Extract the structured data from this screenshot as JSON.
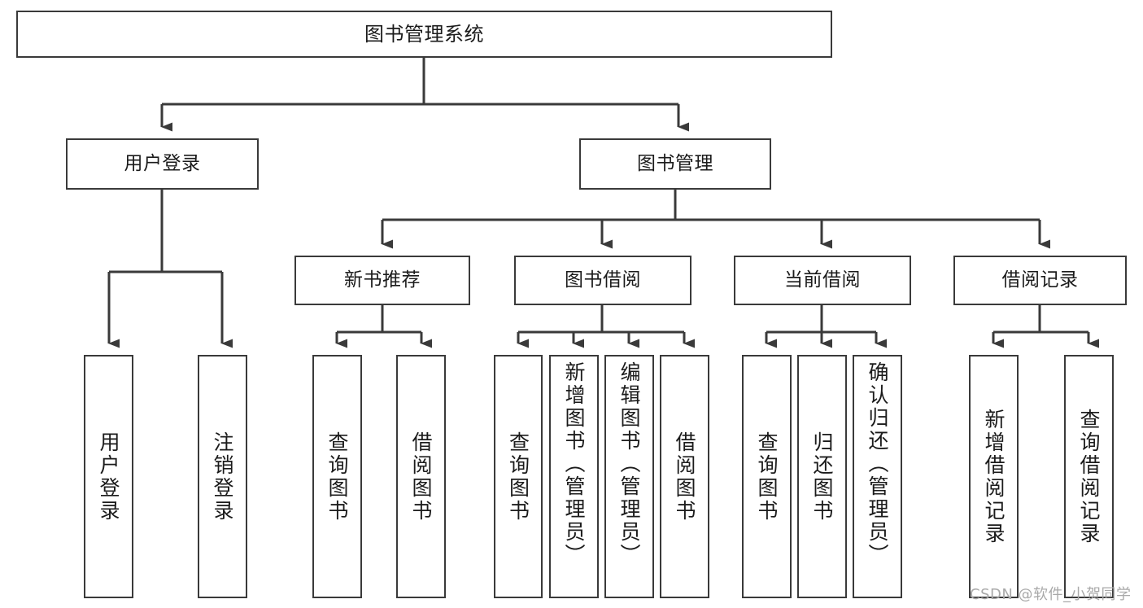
{
  "diagram": {
    "title": "图书管理系统",
    "type": "hierarchy-tree",
    "stroke_color": "#3a3a3a",
    "background_color": "#ffffff",
    "text_color": "#1b1b1b"
  },
  "nodes": {
    "root": {
      "label": "图书管理系统",
      "level": 1
    },
    "user_login": {
      "label": "用户登录",
      "level": 2
    },
    "book_manage": {
      "label": "图书管理",
      "level": 2
    },
    "new_book_rec": {
      "label": "新书推荐",
      "level": 3
    },
    "book_borrow": {
      "label": "图书借阅",
      "level": 3
    },
    "current_borrow": {
      "label": "当前借阅",
      "level": 3
    },
    "borrow_record": {
      "label": "借阅记录",
      "level": 3
    },
    "leaf_user_login": {
      "label": "用户登录",
      "level": 4
    },
    "leaf_logout_login": {
      "label": "注销登录",
      "level": 4
    },
    "leaf_query_book_1": {
      "label": "查询图书",
      "level": 4
    },
    "leaf_borrow_book_1": {
      "label": "借阅图书",
      "level": 4
    },
    "leaf_query_book_2": {
      "label": "查询图书",
      "level": 4
    },
    "leaf_add_book": {
      "label": "新增图书（管理员）",
      "level": 4
    },
    "leaf_edit_book": {
      "label": "编辑图书（管理员）",
      "level": 4
    },
    "leaf_borrow_book_2": {
      "label": "借阅图书",
      "level": 4
    },
    "leaf_query_book_3": {
      "label": "查询图书",
      "level": 4
    },
    "leaf_return_book": {
      "label": "归还图书",
      "level": 4
    },
    "leaf_confirm_return": {
      "label": "确认归还（管理员）",
      "level": 4
    },
    "leaf_add_record": {
      "label": "新增借阅记录",
      "level": 4
    },
    "leaf_query_record": {
      "label": "查询借阅记录",
      "level": 4
    }
  },
  "watermark": {
    "text": "CSDN @软件_小贺同学"
  }
}
